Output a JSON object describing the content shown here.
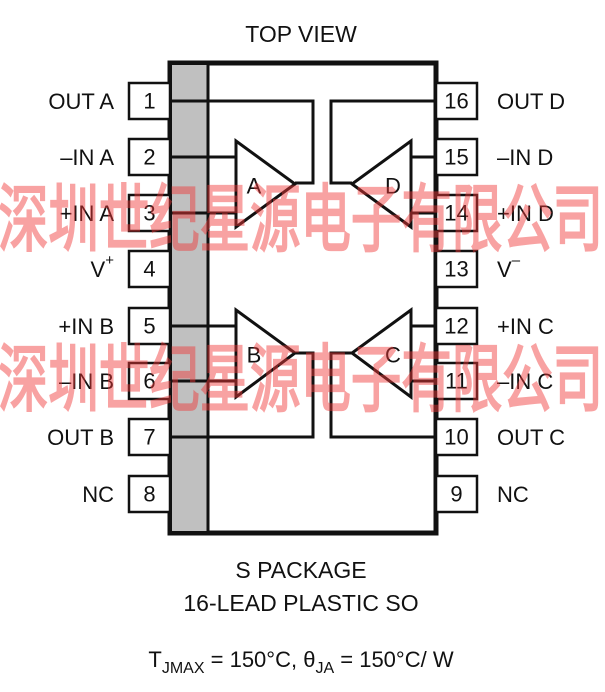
{
  "title": "TOP VIEW",
  "watermark": "深圳世纪星源电子有限公司",
  "colors": {
    "ink": "#111111",
    "amp": "#c8102e",
    "stripe": "#c0c0c0",
    "watermark": "#f03a3a"
  },
  "pins_left": [
    {
      "num": "1",
      "label": "OUT A"
    },
    {
      "num": "2",
      "label": "–IN A"
    },
    {
      "num": "3",
      "label": "+IN A"
    },
    {
      "num": "4",
      "label": "V",
      "sup": "+"
    },
    {
      "num": "5",
      "label": "+IN B"
    },
    {
      "num": "6",
      "label": "–IN B"
    },
    {
      "num": "7",
      "label": "OUT B"
    },
    {
      "num": "8",
      "label": "NC"
    }
  ],
  "pins_right": [
    {
      "num": "16",
      "label": "OUT D"
    },
    {
      "num": "15",
      "label": "–IN D"
    },
    {
      "num": "14",
      "label": "+IN D"
    },
    {
      "num": "13",
      "label": "V",
      "sup": "–"
    },
    {
      "num": "12",
      "label": "+IN C"
    },
    {
      "num": "11",
      "label": "–IN C"
    },
    {
      "num": "10",
      "label": "OUT C"
    },
    {
      "num": "9",
      "label": "NC"
    }
  ],
  "amplifiers": [
    "A",
    "B",
    "C",
    "D"
  ],
  "package_line1": "S PACKAGE",
  "package_line2": "16-LEAD PLASTIC SO",
  "footnote": {
    "t": "T",
    "t_sub": "JMAX",
    "t_val": " = 150°C, ",
    "theta": "θ",
    "theta_sub": "JA",
    "theta_val": " = 150°C/ W"
  }
}
